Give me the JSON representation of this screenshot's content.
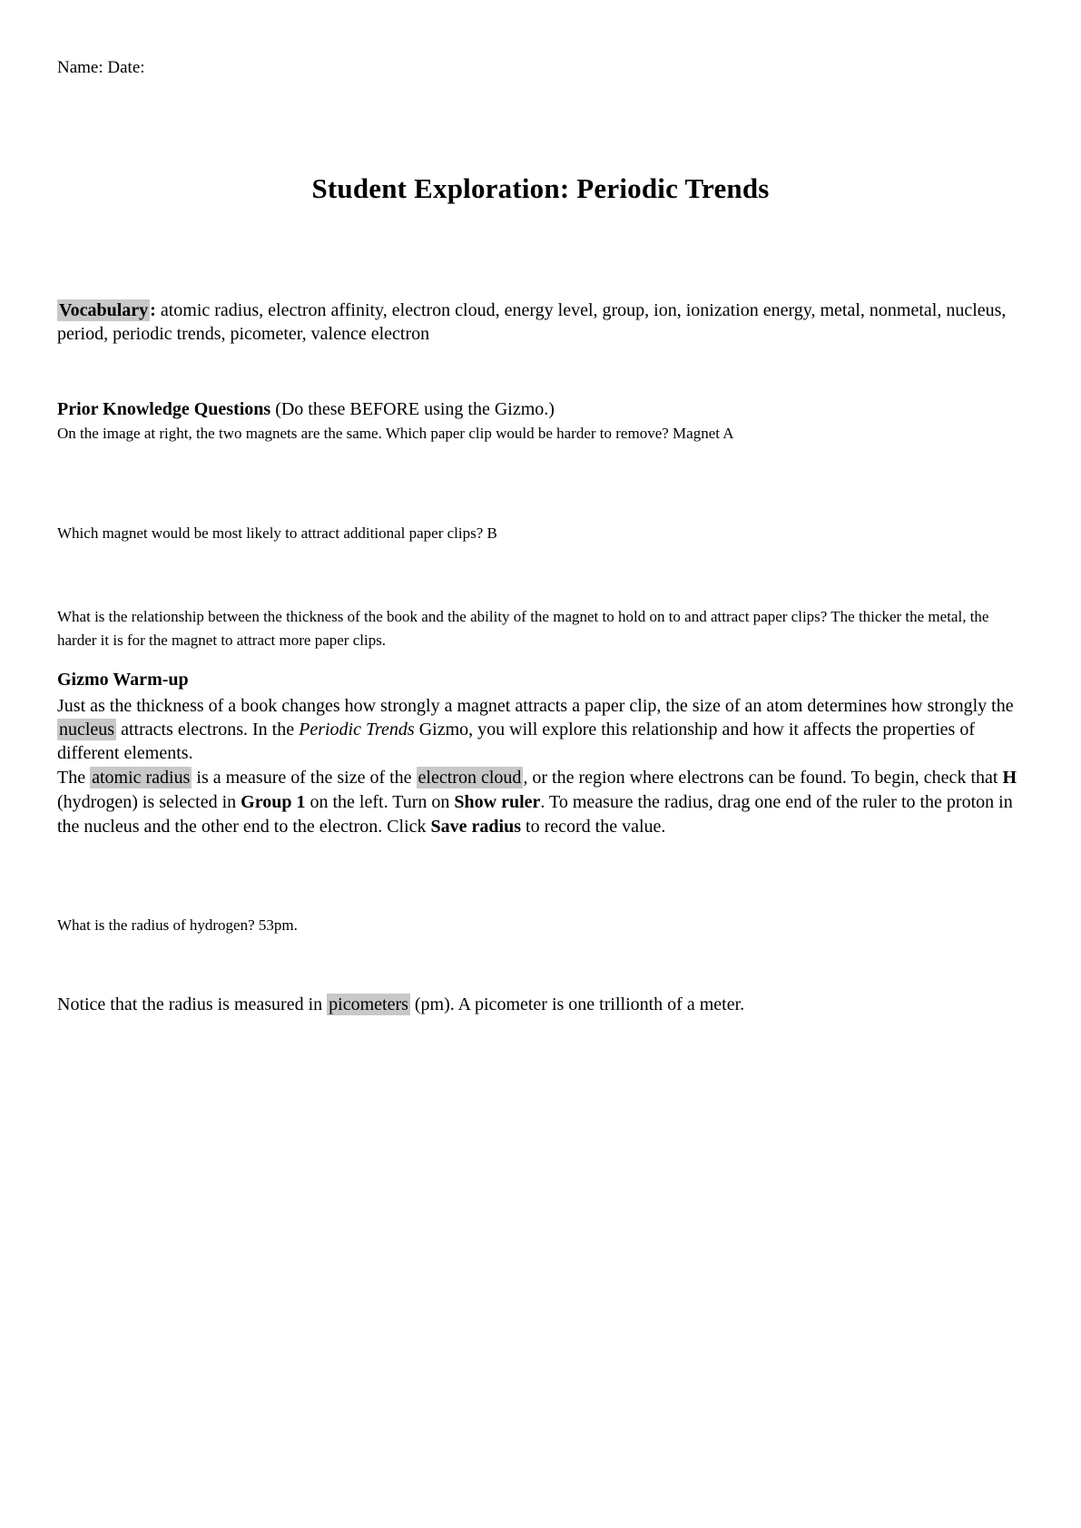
{
  "page": {
    "header_label": "Name: Date:",
    "title": "Student Exploration: Periodic Trends"
  },
  "colors": {
    "highlight": "#c8c8c8",
    "text": "#000000",
    "page_bg": "#ffffff"
  },
  "vocabulary": {
    "label": "Vocabulary",
    "colon": ":",
    "terms": " atomic radius, electron affinity, electron cloud, energy level, group, ion, ionization energy, metal, nonmetal, nucleus, period, periodic trends, picometer, valence electron"
  },
  "prior_knowledge": {
    "heading": "Prior Knowledge Questions",
    "heading_note": " (Do these BEFORE using the Gizmo.)",
    "question1": "On the image at right, the two magnets are the same. Which paper clip would be harder to remove? Magnet A",
    "question2": "Which magnet would be most likely to attract additional paper clips? B",
    "question3": "What is the relationship between the thickness of the book and the ability of the magnet to hold on to and attract paper clips? The thicker the metal, the harder it is for the magnet to attract more paper clips."
  },
  "gizmo_warmup": {
    "heading": "Gizmo Warm-up",
    "para1": {
      "t1": "Just as the thickness of a book changes how strongly a magnet attracts a paper clip, the size of an atom determines how strongly the ",
      "hl_nucleus": "nucleus",
      "t2": " attracts electrons. In the ",
      "it_gizmo_name": "Periodic Trends",
      "t3": " Gizmo, you will explore this relationship and how it affects the properties of different elements."
    },
    "para2": {
      "t1": "The ",
      "hl_atomic_radius": "atomic radius",
      "t2": " is a measure of the size of the ",
      "hl_electron_cloud": "electron cloud",
      "t3": ", or the region where electrons can be found. To begin, check that ",
      "b_hydrogen": "H",
      "t4": " (hydrogen) is selected in ",
      "b_group1": "Group 1",
      "t5": " on the left. Turn on ",
      "b_show_ruler": "Show ruler",
      "t6": ". To measure the radius, drag one end of the ruler to the proton in the nucleus and the other end to the electron. Click ",
      "b_save_radius": "Save radius",
      "t7": " to record the value."
    },
    "radius_question": "What is the radius of hydrogen? 53pm.",
    "notice": {
      "t1": "Notice that the radius is measured in ",
      "hl_picometers": "picometers",
      "t2": " (pm). A picometer is one trillionth of a meter."
    }
  }
}
